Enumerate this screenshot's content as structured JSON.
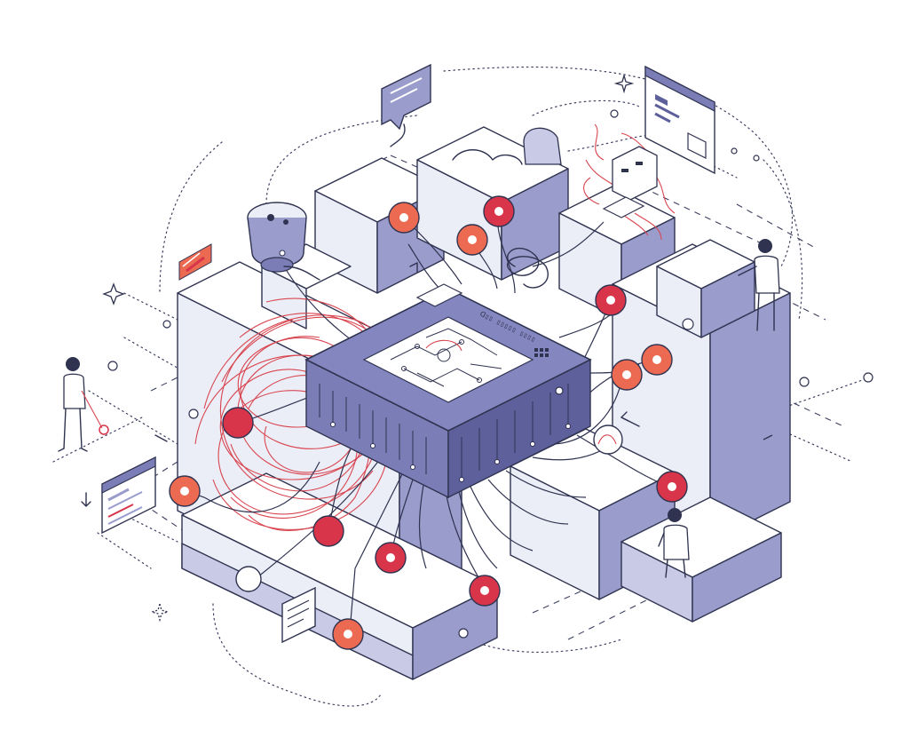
{
  "diagram": {
    "colors": {
      "ink": "#2f3350",
      "block_light": "#eceef7",
      "block_dark": "#9a9ccc",
      "chip": "#7b7db6",
      "chip_dark": "#5e609c",
      "node_orange": "#ec6a52",
      "node_crimson": "#d8354b",
      "tangle": "#d8454f"
    },
    "chip_label": "ᗡ▯▯ ▯▯▯▯▯ ▯▯▯▯",
    "nodes": [
      {
        "id": "n1",
        "color": "orange"
      },
      {
        "id": "n2",
        "color": "crimson"
      },
      {
        "id": "n3",
        "color": "orange"
      },
      {
        "id": "n4",
        "color": "crimson"
      },
      {
        "id": "n5",
        "color": "orange"
      },
      {
        "id": "n6",
        "color": "orange"
      },
      {
        "id": "n7",
        "color": "crimson"
      },
      {
        "id": "n8",
        "color": "orange"
      },
      {
        "id": "n9",
        "color": "crimson"
      },
      {
        "id": "n10",
        "color": "crimson"
      },
      {
        "id": "n11",
        "color": "orange"
      },
      {
        "id": "n12",
        "color": "crimson"
      },
      {
        "id": "n13",
        "color": "orange"
      }
    ],
    "people": [
      "person-left",
      "person-right-top",
      "person-bottom-right"
    ],
    "icons": [
      "chat-bubble-icon",
      "browser-window-icon",
      "dashboard-card-icon",
      "robot-head-icon",
      "lamp-device-icon",
      "sparkle-icon",
      "document-icon",
      "warning-sign-icon"
    ]
  }
}
